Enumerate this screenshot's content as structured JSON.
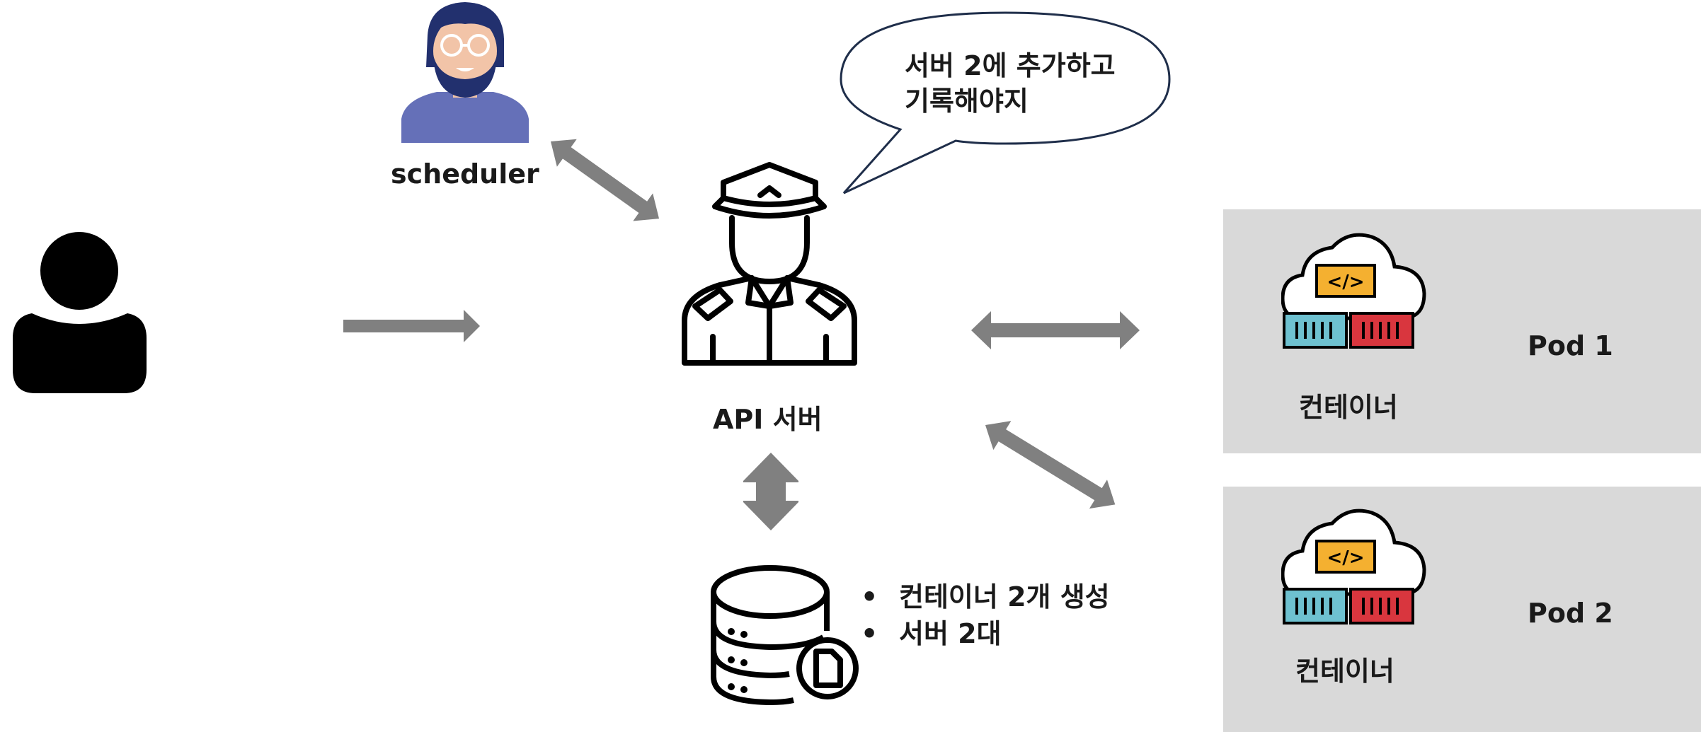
{
  "scheduler": {
    "label": "scheduler"
  },
  "api_server": {
    "label": "API 서버"
  },
  "speech": {
    "line1": "서버 2에 추가하고",
    "line2": "기록해야지"
  },
  "etcd": {
    "bullets": [
      "컨테이너 2개 생성",
      "서버 2대"
    ]
  },
  "pods": [
    {
      "name": "Pod 1",
      "container_label": "컨테이너",
      "code_glyph": "</>"
    },
    {
      "name": "Pod 2",
      "container_label": "컨테이너",
      "code_glyph": "</>"
    }
  ],
  "colors": {
    "arrow": "#808080",
    "pod_bg": "#d9d9d9",
    "scheduler_shirt": "#6570b8",
    "container_blue": "#6ec1d0",
    "container_red": "#d9363e",
    "code_box": "#f4b030"
  }
}
